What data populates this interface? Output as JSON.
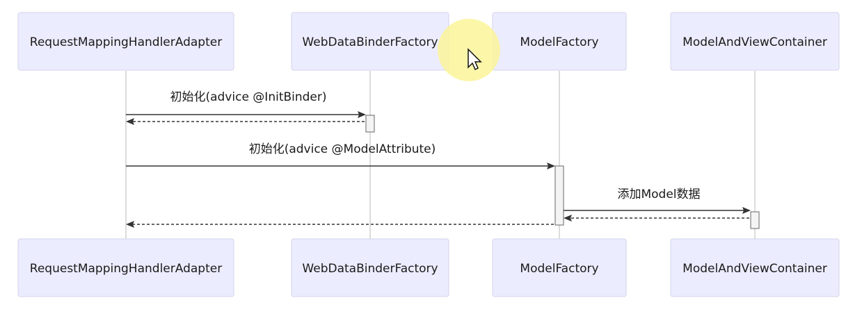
{
  "actors": [
    {
      "id": "rmha",
      "name": "RequestMappingHandlerAdapter"
    },
    {
      "id": "wdbf",
      "name": "WebDataBinderFactory"
    },
    {
      "id": "mf",
      "name": "ModelFactory"
    },
    {
      "id": "mavc",
      "name": "ModelAndViewContainer"
    }
  ],
  "messages": [
    {
      "label": "初始化(advice @InitBinder)",
      "from": "rmha",
      "to": "wdbf",
      "style": "solid"
    },
    {
      "label": "",
      "from": "wdbf",
      "to": "rmha",
      "style": "dashed"
    },
    {
      "label": "初始化(advice @ModelAttribute)",
      "from": "rmha",
      "to": "mf",
      "style": "solid"
    },
    {
      "label": "添加Model数据",
      "from": "mf",
      "to": "mavc",
      "style": "solid"
    },
    {
      "label": "",
      "from": "mavc",
      "to": "mf",
      "style": "dashed"
    },
    {
      "label": "",
      "from": "mf",
      "to": "rmha",
      "style": "dashed"
    }
  ],
  "activations": [
    {
      "actor": "wdbf"
    },
    {
      "actor": "mf"
    },
    {
      "actor": "mavc"
    }
  ],
  "colors": {
    "actor_fill": "#ececff",
    "actor_border": "#d3d3ea",
    "line": "#333333",
    "cursor_highlight": "#fbf59a"
  },
  "icons": {
    "cursor": "mouse-pointer-icon"
  }
}
